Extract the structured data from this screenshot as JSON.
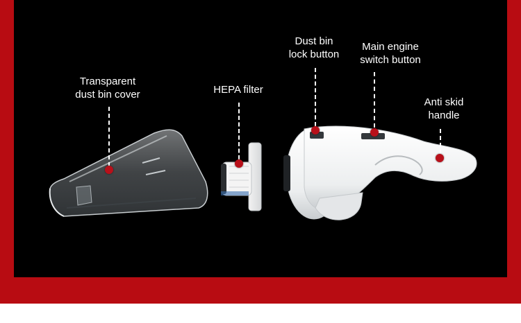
{
  "colors": {
    "frame": "#b80c12",
    "panel": "#000000",
    "marker": "#b8101a",
    "label_text": "#ffffff"
  },
  "labels": {
    "dust_bin_cover": {
      "line1": "Transparent",
      "line2": "dust bin cover"
    },
    "hepa_filter": {
      "line1": "HEPA filter"
    },
    "lock_button": {
      "line1": "Dust bin",
      "line2": "lock button"
    },
    "switch_button": {
      "line1": "Main engine",
      "line2": "switch button"
    },
    "handle": {
      "line1": "Anti skid",
      "line2": "handle"
    }
  }
}
